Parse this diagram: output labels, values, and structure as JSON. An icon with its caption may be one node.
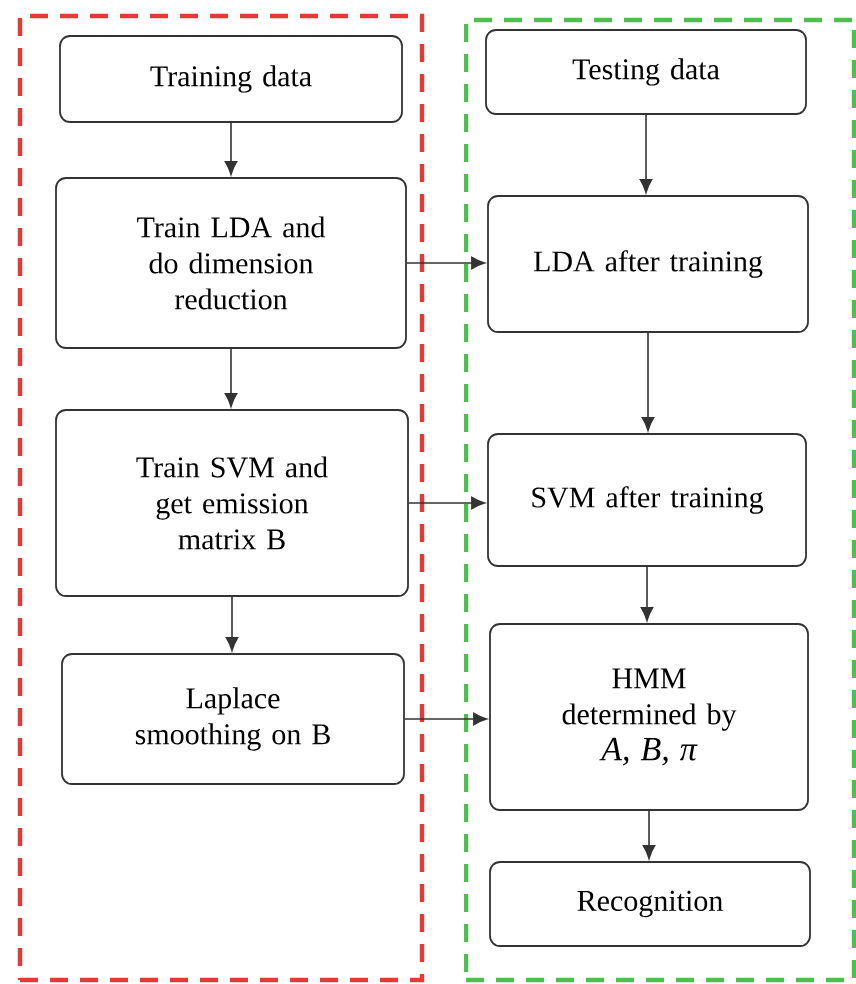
{
  "diagram": {
    "nodes": [
      {
        "text": [],
        "shape": "box"
      },
      {
        "text": [
          "Training data"
        ],
        "in": 0
      },
      {
        "text": [
          "Train LDA and do dimension reduction"
        ],
        "in": 0
      },
      {
        "text": [
          "Train SVM and get emission matrix B"
        ],
        "in": 0
      },
      {
        "text": [
          "Laplace smoothing on B"
        ],
        "in": 0
      },
      {
        "text": [],
        "shape": "box"
      },
      {
        "text": [
          "Testing data"
        ],
        "in": 5
      },
      {
        "text": [
          "LDA after training"
        ],
        "in": 5
      },
      {
        "text": [
          "SVM after training"
        ],
        "in": 5
      },
      {
        "text": [
          "HMM determined by",
          "A, B, π"
        ],
        "in": 5
      },
      {
        "text": [
          "Recognition"
        ],
        "in": 5
      }
    ],
    "edges": [
      {
        "from": 1,
        "to": 2,
        "arrow": "to"
      },
      {
        "from": 2,
        "to": 3,
        "arrow": "to"
      },
      {
        "from": 3,
        "to": 4,
        "arrow": "to"
      },
      {
        "from": 2,
        "to": 7,
        "arrow": "to"
      },
      {
        "from": 3,
        "to": 8,
        "arrow": "to"
      },
      {
        "from": 4,
        "to": 9,
        "arrow": "to"
      },
      {
        "from": 6,
        "to": 7,
        "arrow": "to"
      },
      {
        "from": 7,
        "to": 8,
        "arrow": "to"
      },
      {
        "from": 8,
        "to": 9,
        "arrow": "to"
      },
      {
        "from": 9,
        "to": 10,
        "arrow": "to"
      }
    ]
  }
}
